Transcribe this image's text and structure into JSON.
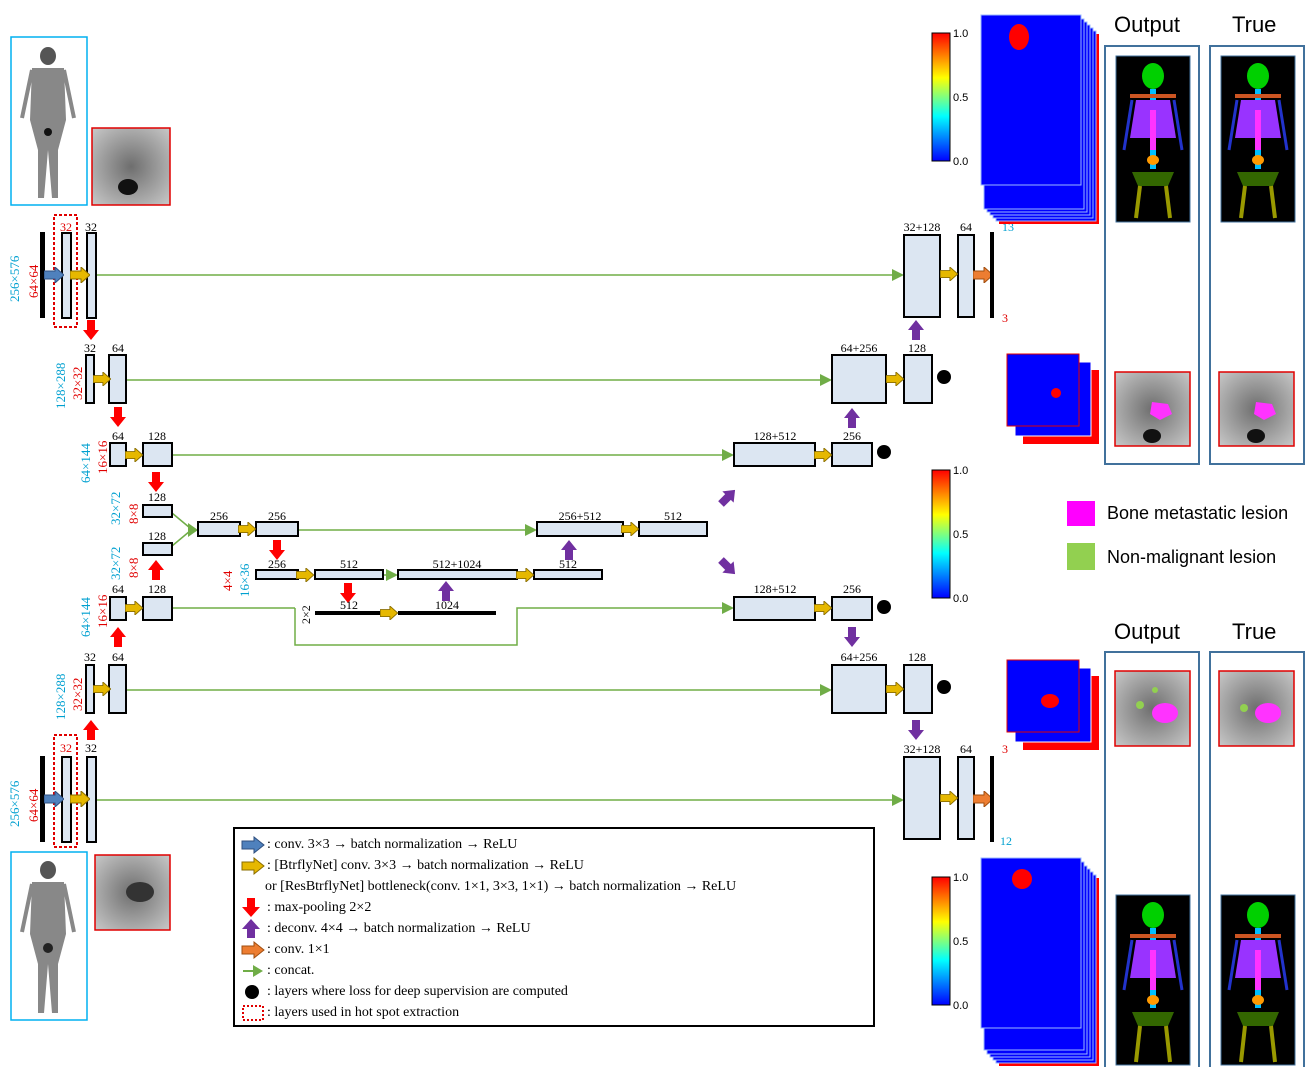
{
  "headers": {
    "output_top": "Output",
    "true_top": "True",
    "output_bottom": "Output",
    "true_bottom": "True"
  },
  "colorbar": {
    "max": "1.0",
    "mid": "0.5",
    "min": "0.0"
  },
  "lesion_legend": {
    "bone": "Bone metastatic lesion",
    "nonmal": "Non-malignant lesion",
    "bone_color": "#ff00ff",
    "nonmal_color": "#92d050"
  },
  "sizes": {
    "full_top": "256×576",
    "patch_top": "64×64",
    "half": "128×288",
    "half_patch": "32×32",
    "quarter": "64×144",
    "quarter_patch": "16×16",
    "eighth": "32×72",
    "eighth_patch": "8×8",
    "sixteenth": "16×36",
    "sixteenth_patch": "4×4",
    "bottom_patch": "2×2",
    "full_bottom": "256×576",
    "patch_bottom": "64×64",
    "half_b": "128×288",
    "half_patch_b": "32×32",
    "quarter_b": "64×144",
    "quarter_patch_b": "16×16",
    "eighth_b": "32×72",
    "eighth_patch_b": "8×8"
  },
  "channels": {
    "e1a": "32",
    "e1b": "32",
    "e2a": "32",
    "e2b": "64",
    "e3a": "64",
    "e3b": "128",
    "e4": "128",
    "e4b": "128",
    "m1": "256",
    "m2": "256",
    "m3": "256",
    "m4": "512",
    "m5": "512",
    "m6": "1024",
    "m7": "512+1024",
    "m8": "512",
    "m9": "256+512",
    "m10": "512",
    "d3a": "128+512",
    "d3b": "256",
    "d2a": "64+256",
    "d2b": "128",
    "d1a": "32+128",
    "d1b": "64",
    "b3a": "64",
    "b3b": "128",
    "b2a": "32",
    "b2b": "64",
    "b1a": "32",
    "b1b": "32",
    "bd3a": "128+512",
    "bd3b": "256",
    "bd2a": "64+256",
    "bd2b": "128",
    "bd1a": "32+128",
    "bd1b": "64",
    "out_top_cls": "13",
    "out_top_les": "3",
    "out_bot_les": "3",
    "out_bot_cls": "12"
  },
  "legend": {
    "conv": ": conv. 3×3 → batch normalization  → ReLU",
    "btrfly": ": [BtrflyNet]  conv. 3×3 → batch normalization  → ReLU",
    "resbtrfly": "or [ResBtrflyNet]  bottleneck(conv. 1×1, 3×3, 1×1) → batch normalization  → ReLU",
    "maxpool": ": max-pooling  2×2",
    "deconv": ": deconv. 4×4 → batch normalization  → ReLU",
    "conv1": ": conv. 1×1",
    "concat": ": concat.",
    "deep": ": layers where loss for deep supervision are computed",
    "hotspot": ": layers used in hot spot extraction"
  },
  "colors": {
    "block_fill": "#dce6f2",
    "conv_arrow": "#4f81bd",
    "btrfly_arrow": "#e6b800",
    "pool_arrow": "#ff0000",
    "deconv_arrow": "#7030a0",
    "conv1_arrow": "#ed7d31",
    "concat_arrow": "#70ad47",
    "frame_blue": "#41719c"
  }
}
